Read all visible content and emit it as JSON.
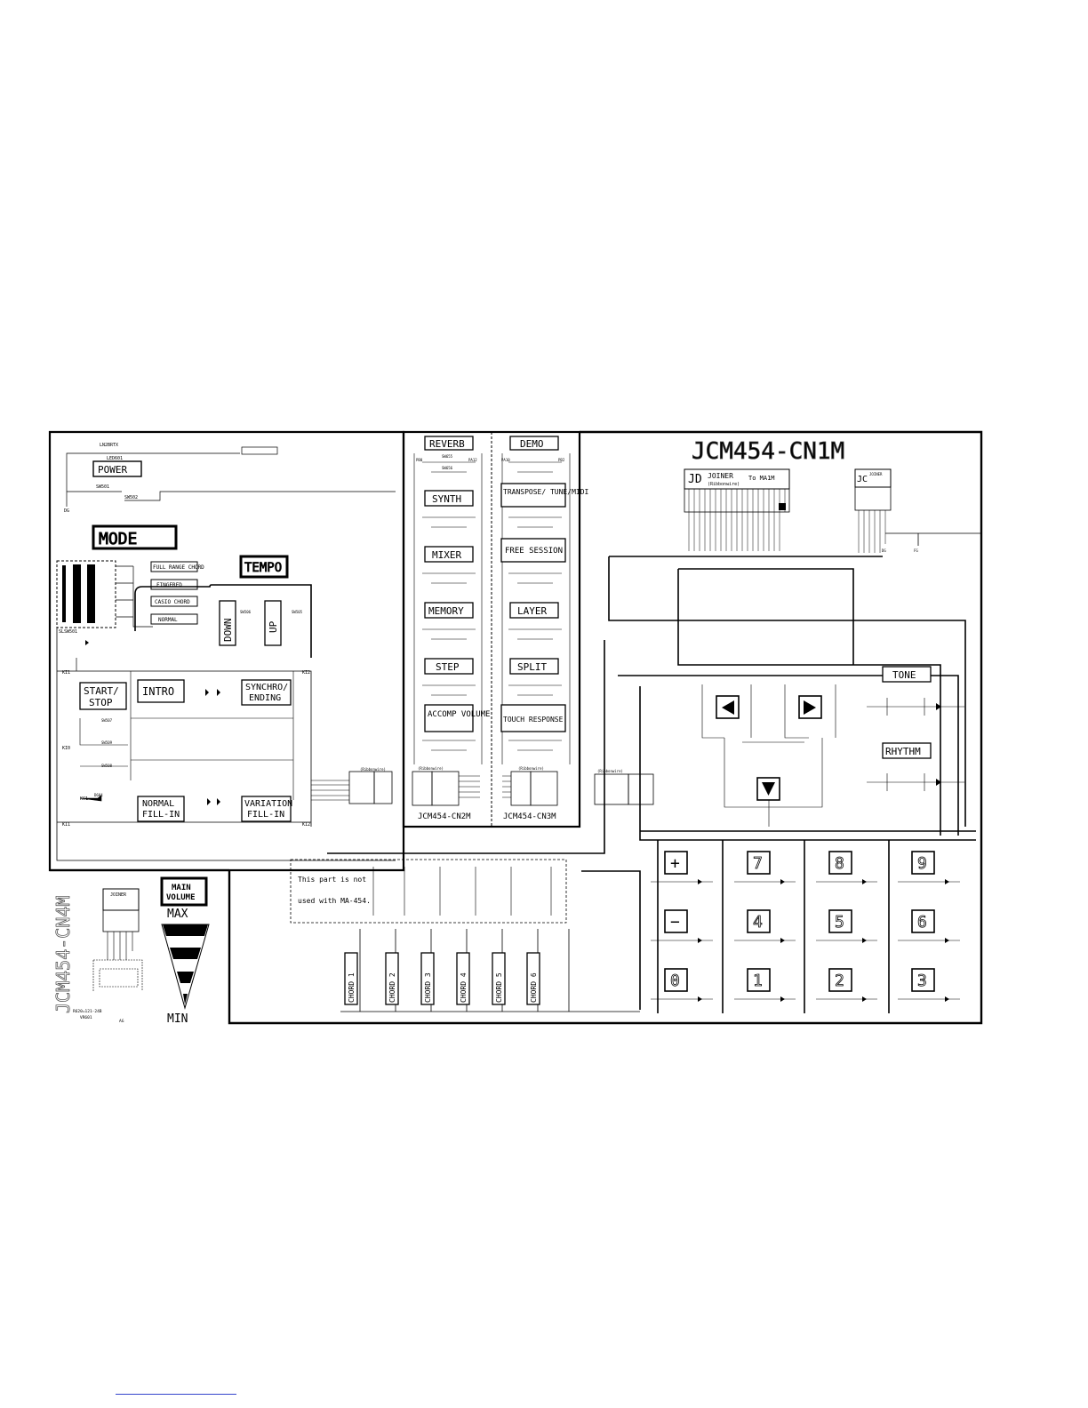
{
  "sections": {
    "cn1m_title": "JCM454-CN1M",
    "cn4m_title": "JCM454-CN4M",
    "cn2m_title": "JCM454-CN2M",
    "cn3m_title": "JCM454-CN3M"
  },
  "left_panel": {
    "power": "POWER",
    "mode": "MODE",
    "tempo": "TEMPO",
    "mode_options": [
      "FULL RANGE CHORD",
      "FINGERED",
      "CASIO CHORD",
      "NORMAL"
    ],
    "down": "DOWN",
    "up": "UP",
    "start_stop": [
      "START/",
      "STOP"
    ],
    "intro": "INTRO",
    "synchro_ending": [
      "SYNCHRO/",
      "ENDING"
    ],
    "normal_fill_in": [
      "NORMAL",
      "FILL-IN"
    ],
    "variation_fill_in": [
      "VARIATION",
      "FILL-IN"
    ]
  },
  "cn2m_buttons": [
    "REVERB",
    "SYNTH",
    "MIXER",
    "MEMORY",
    "STEP",
    "ACCOMP VOLUME"
  ],
  "cn3m_buttons": [
    "DEMO",
    "TRANSPOSE/ TUNE/MIDI",
    "FREE SESSION",
    "LAYER",
    "SPLIT",
    "TOUCH RESPONSE"
  ],
  "cn1m": {
    "joiner_label": "JOINER",
    "joiner_sub": "(Ribbonwire)",
    "joiner_to": "To MA1M",
    "tone": "TONE",
    "rhythm": "RHYTHM",
    "numpad": [
      "+",
      "7",
      "8",
      "9",
      "−",
      "4",
      "5",
      "6",
      "0",
      "1",
      "2",
      "3"
    ],
    "chords": [
      "CHORD 1",
      "CHORD 2",
      "CHORD 3",
      "CHORD 4",
      "CHORD 5",
      "CHORD 6"
    ],
    "note": [
      "This part is not",
      "used with MA-454."
    ]
  },
  "cn4m": {
    "main_volume": [
      "MAIN",
      "VOLUME"
    ],
    "max": "MAX",
    "min": "MIN",
    "joiner": "JOINER"
  }
}
